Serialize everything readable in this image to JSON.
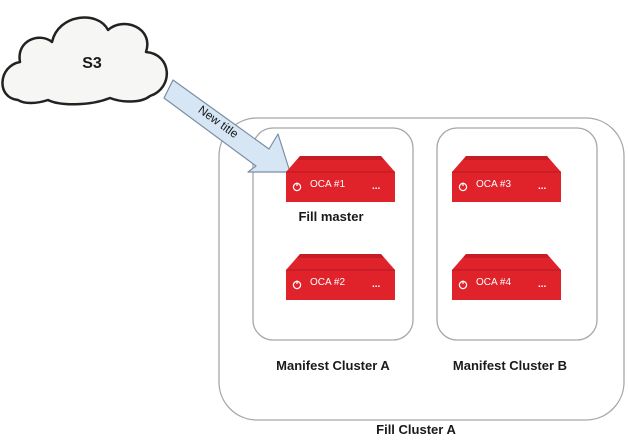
{
  "cloud": {
    "label": "S3",
    "icon": "cloud-icon"
  },
  "arrow": {
    "label": "New title"
  },
  "fill_cluster": {
    "label": "Fill Cluster A"
  },
  "manifest_clusters": [
    {
      "label": "Manifest Cluster A"
    },
    {
      "label": "Manifest Cluster B"
    }
  ],
  "fill_master": {
    "label": "Fill master"
  },
  "servers": [
    {
      "label": "OCA #1",
      "menu": "..."
    },
    {
      "label": "OCA #2",
      "menu": "..."
    },
    {
      "label": "OCA #3",
      "menu": "..."
    },
    {
      "label": "OCA #4",
      "menu": "..."
    }
  ],
  "colors": {
    "server_red": "#e0232b",
    "server_dark": "#b31820",
    "cloud_fill": "#f6f6f4",
    "arrow_fill": "#d6e6f5",
    "arrow_stroke": "#7a8ea3",
    "container_stroke": "#a8a8a8"
  }
}
